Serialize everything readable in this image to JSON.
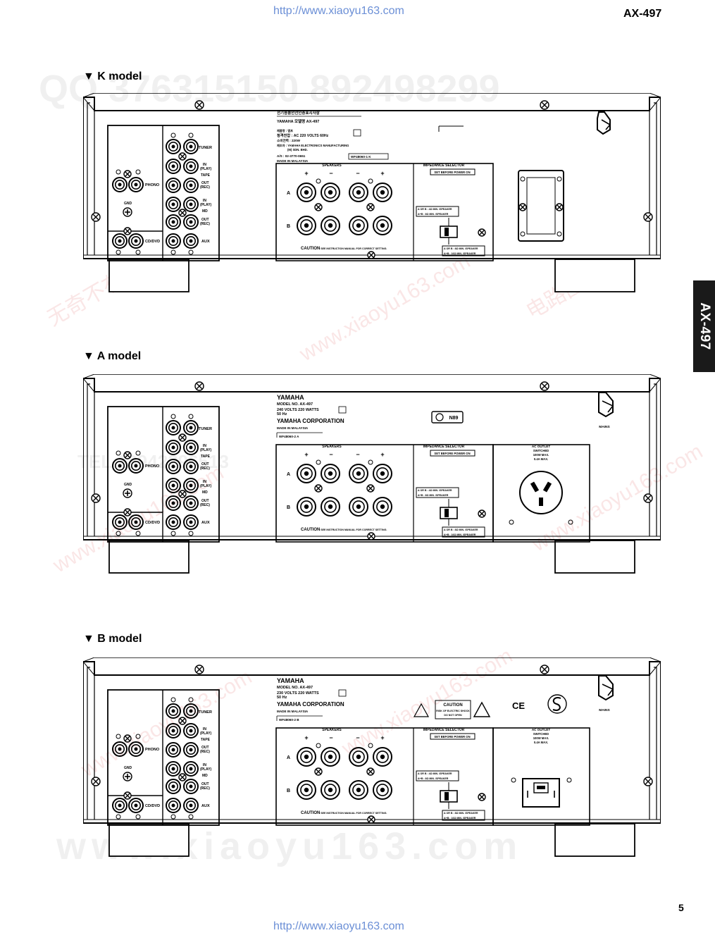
{
  "header": {
    "url_top": "http://www.xiaoyu163.com",
    "model": "AX-497"
  },
  "side_tab": "AX-497",
  "footer": {
    "page_number": "5",
    "url_bottom": "http://www.xiaoyu163.com"
  },
  "watermarks": {
    "qq": "QQ 376315150   892498299",
    "tel": "TEL 13942296513",
    "site_big": "www.xiaoyu163.com",
    "cn1": "无奇不有",
    "cn2": "电路图网",
    "site": "www.xiaoyu163.com"
  },
  "common": {
    "tuner": "TUNER",
    "tape": "TAPE",
    "in_play": "IN",
    "play": "(PLAY)",
    "out_rec": "OUT",
    "rec": "(REC)",
    "md": "MD",
    "aux": "AUX",
    "phono": "PHONO",
    "gnd": "GND",
    "cd_dvd": "CD/DVD",
    "speakers": "SPEAKERS",
    "spk_a": "A",
    "spk_b": "B",
    "caution": "CAUTION",
    "caution_text": ": SEE INSTRUCTION MANUAL FOR CORRECT SETTING.",
    "impedance": "IMPEDANCE SELECTOR",
    "set_before": "SET BEFORE POWER ON",
    "imp1a": "A OR B : 4Ω MIN. /SPEAKER",
    "imp1b": "A+B : 8Ω MIN. /SPEAKER",
    "imp2a": "A OR B : 8Ω MIN. /SPEAKER",
    "imp2b": "A+B : 16Ω MIN. /SPEAKER",
    "plus": "+",
    "minus": "−"
  },
  "models": [
    {
      "title": "▼ K model",
      "label_lines": [
        "전기용품안전인증표시사항",
        "YAMAHA   모델명  AX-497",
        "제품명 : 앰프",
        "정격전압 : AC 220 VOLTS  60Hz",
        "소비전력 : 220W",
        "제조자 : YAMAHA ELECTRONICS MANUFACTURING",
        "(M) SDN. BHD.",
        "A/S : 02-3770-0651",
        "MADE IN MALAYSIA",
        "WF48060-1 K"
      ]
    },
    {
      "title": "▼ A model",
      "label_lines": [
        "YAMAHA",
        "MODEL NO.  AX-497",
        "240 VOLTS   220 WATTS",
        "50 Hz",
        "YAMAHA CORPORATION",
        "MADE IN MALAYSIA",
        "WF48060-2 A"
      ],
      "badge": "N89",
      "mains": "MAINS",
      "ac_outlet": [
        "AC OUTLET",
        "SWITCHED",
        "100W MAX.",
        "0.4A MAX."
      ]
    },
    {
      "title": "▼ B model",
      "label_lines": [
        "YAMAHA",
        "MODEL NO.  AX-497",
        "230 VOLTS   220 WATTS",
        "50 Hz",
        "YAMAHA CORPORATION",
        "MADE IN MALAYSIA",
        "WF48060-2 B"
      ],
      "caution_box": [
        "CAUTION",
        "RISK OF ELECTRIC SHOCK",
        "DO NOT OPEN"
      ],
      "ce": "CE",
      "mains": "MAINS",
      "ac_outlet": [
        "AC OUTLET",
        "SWITCHED",
        "100W MAX.",
        "0.4A MAX."
      ]
    }
  ]
}
